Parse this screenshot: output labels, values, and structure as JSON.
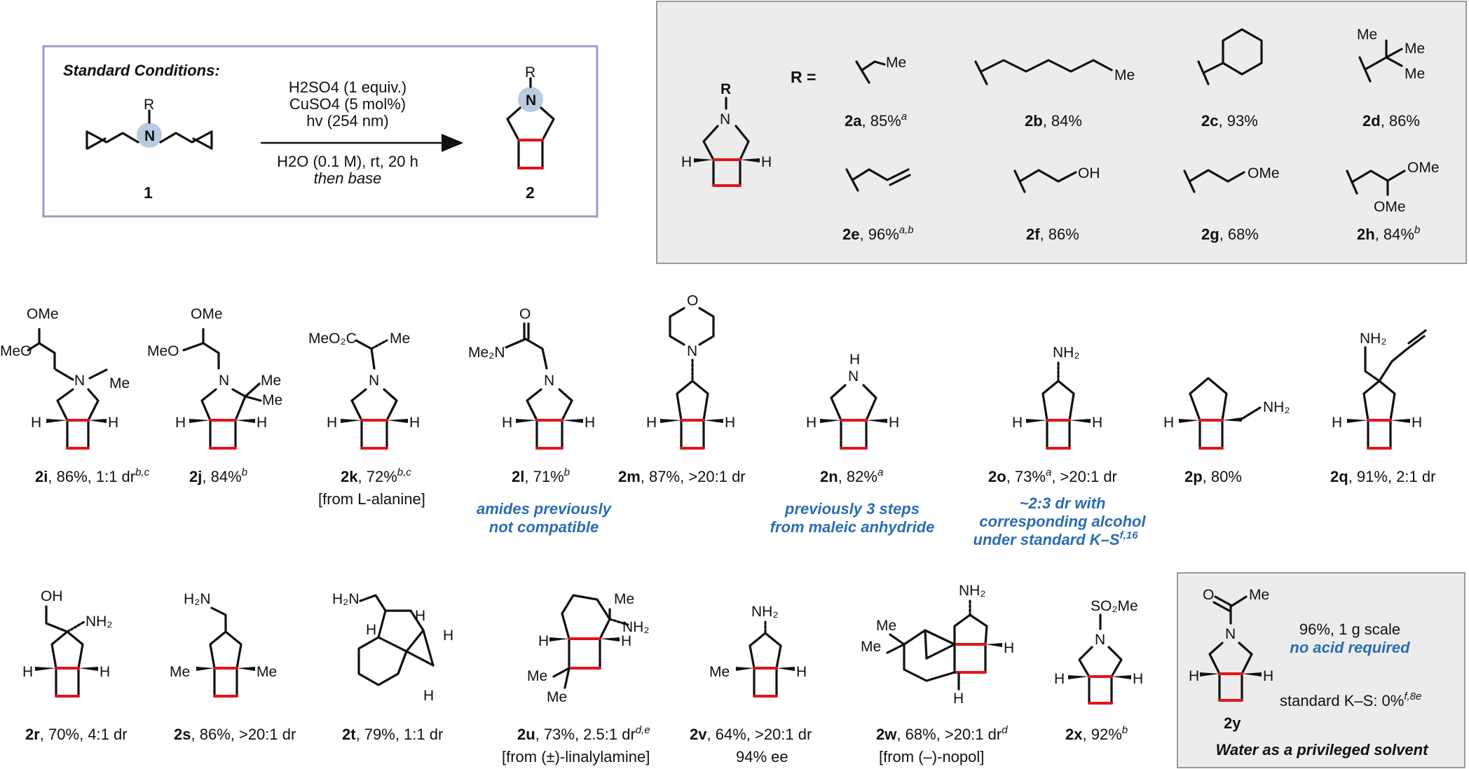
{
  "standard_conditions": {
    "title": "Standard Conditions:",
    "reagent_h2so4": "H2SO4 (1 equiv.)",
    "reagent_cuso4": "CuSO4 (5 mol%)",
    "reagent_hv": "hv (254 nm)",
    "solvent": "H2O (0.1 M), rt, 20 h",
    "workup": "then base",
    "substrate": "1",
    "product": "2",
    "atoms": {
      "R": "R",
      "N": "N"
    }
  },
  "r_scope": {
    "r_equals": "R =",
    "entries": [
      {
        "id": "2a",
        "result": "85%",
        "note": "a"
      },
      {
        "id": "2b",
        "result": "84%",
        "note": ""
      },
      {
        "id": "2c",
        "result": "93%",
        "note": ""
      },
      {
        "id": "2d",
        "result": "86%",
        "note": ""
      },
      {
        "id": "2e",
        "result": "96%",
        "note": "a,b"
      },
      {
        "id": "2f",
        "result": "86%",
        "note": ""
      },
      {
        "id": "2g",
        "result": "68%",
        "note": ""
      },
      {
        "id": "2h",
        "result": "84%",
        "note": "b"
      }
    ]
  },
  "compounds": [
    {
      "id": "2i",
      "result": "86%, 1:1 dr",
      "note": "b,c"
    },
    {
      "id": "2j",
      "result": "84%",
      "note": "b"
    },
    {
      "id": "2k",
      "result": "72%",
      "note": "b,c",
      "source": "[from L-alanine]"
    },
    {
      "id": "2l",
      "result": "71%",
      "note": "b"
    },
    {
      "id": "2m",
      "result": "87%, >20:1 dr",
      "note": ""
    },
    {
      "id": "2n",
      "result": "82%",
      "note": "a"
    },
    {
      "id": "2o",
      "result": "73%",
      "note": "a",
      "result2": ", >20:1 dr"
    },
    {
      "id": "2p",
      "result": "80%",
      "note": ""
    },
    {
      "id": "2q",
      "result": "91%, 2:1 dr",
      "note": ""
    },
    {
      "id": "2r",
      "result": "70%, 4:1 dr",
      "note": ""
    },
    {
      "id": "2s",
      "result": "86%, >20:1 dr",
      "note": ""
    },
    {
      "id": "2t",
      "result": "79%, 1:1 dr",
      "note": ""
    },
    {
      "id": "2u",
      "result": "73%, 2.5:1 dr",
      "note": "d,e",
      "source": "[from (±)-linalylamine]"
    },
    {
      "id": "2v",
      "result": "64%, >20:1 dr",
      "note": "",
      "source": "94% ee"
    },
    {
      "id": "2w",
      "result": "68%, >20:1 dr",
      "note": "d",
      "source": "[from (–)-nopol]"
    },
    {
      "id": "2x",
      "result": "92%",
      "note": "b"
    }
  ],
  "callouts": {
    "amides_1": "amides previously",
    "amides_2": "not compatible",
    "steps_1": "previously 3 steps",
    "steps_2": "from maleic anhydride",
    "dr_1": "~2:3 dr with",
    "dr_2": "corresponding alcohol",
    "dr_3": "under standard K–S",
    "dr_sup": "f,16"
  },
  "water_box": {
    "id": "2y",
    "scale": "96%, 1 g scale",
    "no_acid": "no acid required",
    "ks": "standard K–S: 0%",
    "ks_sup": "f,8e",
    "footer": "Water as a privileged solvent"
  },
  "colors": {
    "cyclobutane": "#e3141b",
    "highlight": "#2a6db2",
    "grey_panel": "#ececec",
    "purple_border": "#a597c9"
  }
}
